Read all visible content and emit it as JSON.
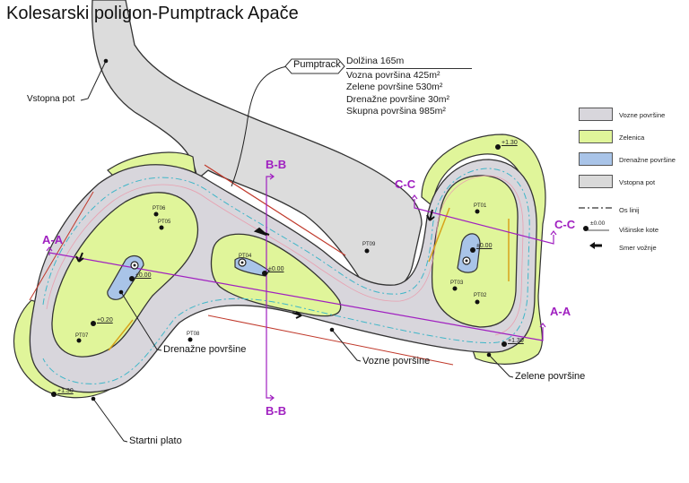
{
  "title": "Kolesarski poligon-Pumptrack Apače",
  "pumptrack_tag": "Pumptrack",
  "stats": [
    "Dolžina 165m",
    "Vozna površina 425m²",
    "Zelene površine 530m²",
    "Drenažne površine 30m²",
    "Skupna površina 985m²"
  ],
  "legend": {
    "items": [
      {
        "label": "Vozne površine",
        "color": "#d8d6dc"
      },
      {
        "label": "Zelenica",
        "color": "#e0f59a"
      },
      {
        "label": "Drenažne površine",
        "color": "#a9c4e8"
      },
      {
        "label": "Vstopna pot",
        "color": "#d9d9d9"
      }
    ],
    "symbols": [
      {
        "label": "Os linij",
        "icon": "dash-dot-line"
      },
      {
        "label": "Višinske kote",
        "icon": "elevation-point",
        "value": "±0.00"
      },
      {
        "label": "Smer vožnje",
        "icon": "arrow-left"
      }
    ]
  },
  "callouts": {
    "vstopna_pot": "Vstopna pot",
    "drenazne": "Drenažne površine",
    "startni_plato": "Startni plato",
    "vozne": "Vozne površine",
    "zelene": "Zelene površine"
  },
  "sections": {
    "aa_left": "A-A",
    "aa_right": "A-A",
    "bb_top": "B-B",
    "bb_bottom": "B-B",
    "cc_left": "C-C",
    "cc_right": "C-C"
  },
  "points": {
    "pt01": "PT01",
    "pt02": "PT02",
    "pt03": "PT03",
    "pt04": "PT04",
    "pt05": "PT05",
    "pt06": "PT06",
    "pt07": "PT07",
    "pt08": "PT08",
    "pt09": "PT09"
  },
  "elevations": {
    "left_drain": "±0.00",
    "left_low": "+0.20",
    "start": "+1.30",
    "mid_drain": "±0.00",
    "right_drain": "±0.00",
    "right_top": "+1.30",
    "right_bottom": "+1.30"
  },
  "colors": {
    "track": "#d8d6dc",
    "green": "#e0f59a",
    "drain": "#a9c4e8",
    "path": "#dcdcdc",
    "section": "#a020c0",
    "dimension": "#c0392b",
    "axis": "#3fb6c8",
    "orange": "#d8a21a"
  }
}
